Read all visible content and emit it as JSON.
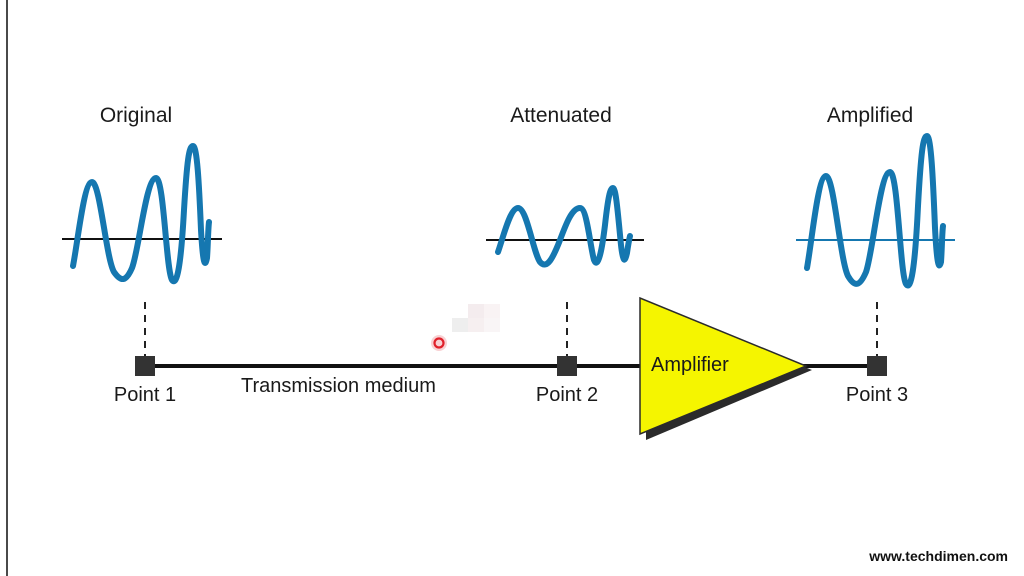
{
  "waves": {
    "original": {
      "title": "Original"
    },
    "attenuated": {
      "title": "Attenuated"
    },
    "amplified": {
      "title": "Amplified"
    }
  },
  "points": {
    "p1": "Point 1",
    "p2": "Point 2",
    "p3": "Point 3"
  },
  "medium_label": "Transmission medium",
  "amplifier_label": "Amplifier",
  "watermark": "www.techdimen.com",
  "colors": {
    "wave": "#1577b0",
    "amplifier_fill": "#f5f500",
    "line": "#111111",
    "node": "#333333",
    "cursor_dot": "#e0202a"
  }
}
